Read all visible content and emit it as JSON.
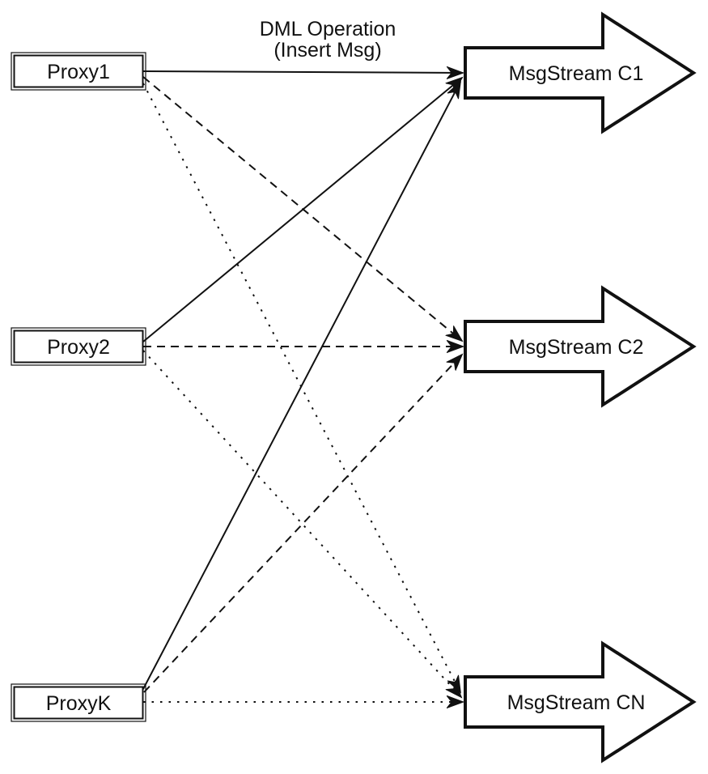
{
  "title": {
    "line1": "DML Operation",
    "line2": "(Insert Msg)"
  },
  "proxies": [
    {
      "label": "Proxy1"
    },
    {
      "label": "Proxy2"
    },
    {
      "label": "ProxyK"
    }
  ],
  "streams": [
    {
      "label": "MsgStream C1"
    },
    {
      "label": "MsgStream C2"
    },
    {
      "label": "MsgStream CN"
    }
  ],
  "edges": [
    {
      "from": "Proxy1",
      "to": "MsgStream C1",
      "style": "solid"
    },
    {
      "from": "Proxy1",
      "to": "MsgStream C2",
      "style": "dashed"
    },
    {
      "from": "Proxy1",
      "to": "MsgStream CN",
      "style": "dotted"
    },
    {
      "from": "Proxy2",
      "to": "MsgStream C1",
      "style": "solid"
    },
    {
      "from": "Proxy2",
      "to": "MsgStream C2",
      "style": "dashed"
    },
    {
      "from": "Proxy2",
      "to": "MsgStream CN",
      "style": "dotted"
    },
    {
      "from": "ProxyK",
      "to": "MsgStream C1",
      "style": "solid"
    },
    {
      "from": "ProxyK",
      "to": "MsgStream C2",
      "style": "dashed"
    },
    {
      "from": "ProxyK",
      "to": "MsgStream CN",
      "style": "dotted"
    }
  ],
  "colors": {
    "stroke": "#111111",
    "fill": "#ffffff"
  }
}
